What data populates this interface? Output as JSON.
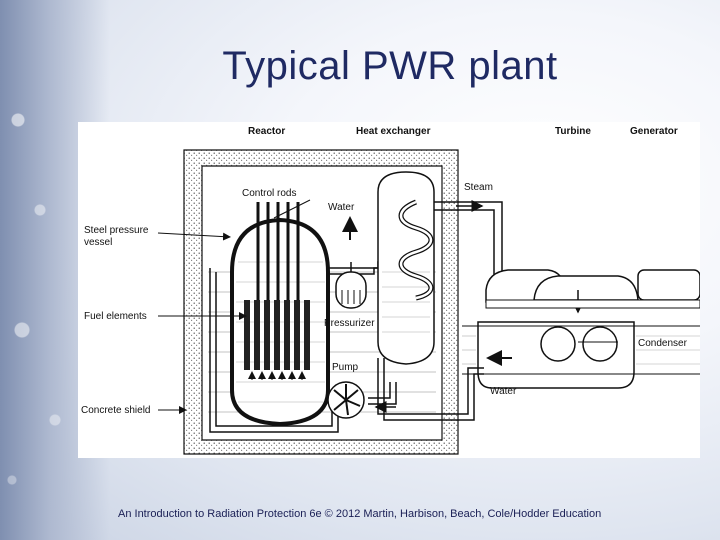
{
  "slide": {
    "title": "Typical PWR plant",
    "footer": "An Introduction to Radiation Protection 6e © 2012 Martin, Harbison, Beach, Cole/Hodder Education"
  },
  "diagram": {
    "headers": {
      "reactor": "Reactor",
      "heat_exchanger": "Heat exchanger",
      "turbine": "Turbine",
      "generator": "Generator"
    },
    "labels": {
      "control_rods": "Control rods",
      "steel_pressure_vessel_1": "Steel pressure",
      "steel_pressure_vessel_2": "vessel",
      "fuel_elements": "Fuel elements",
      "concrete_shield": "Concrete shield",
      "water_top": "Water",
      "pressurizer": "Pressurizer",
      "pump": "Pump",
      "steam": "Steam",
      "condenser": "Condenser",
      "water_bottom": "Water"
    }
  }
}
